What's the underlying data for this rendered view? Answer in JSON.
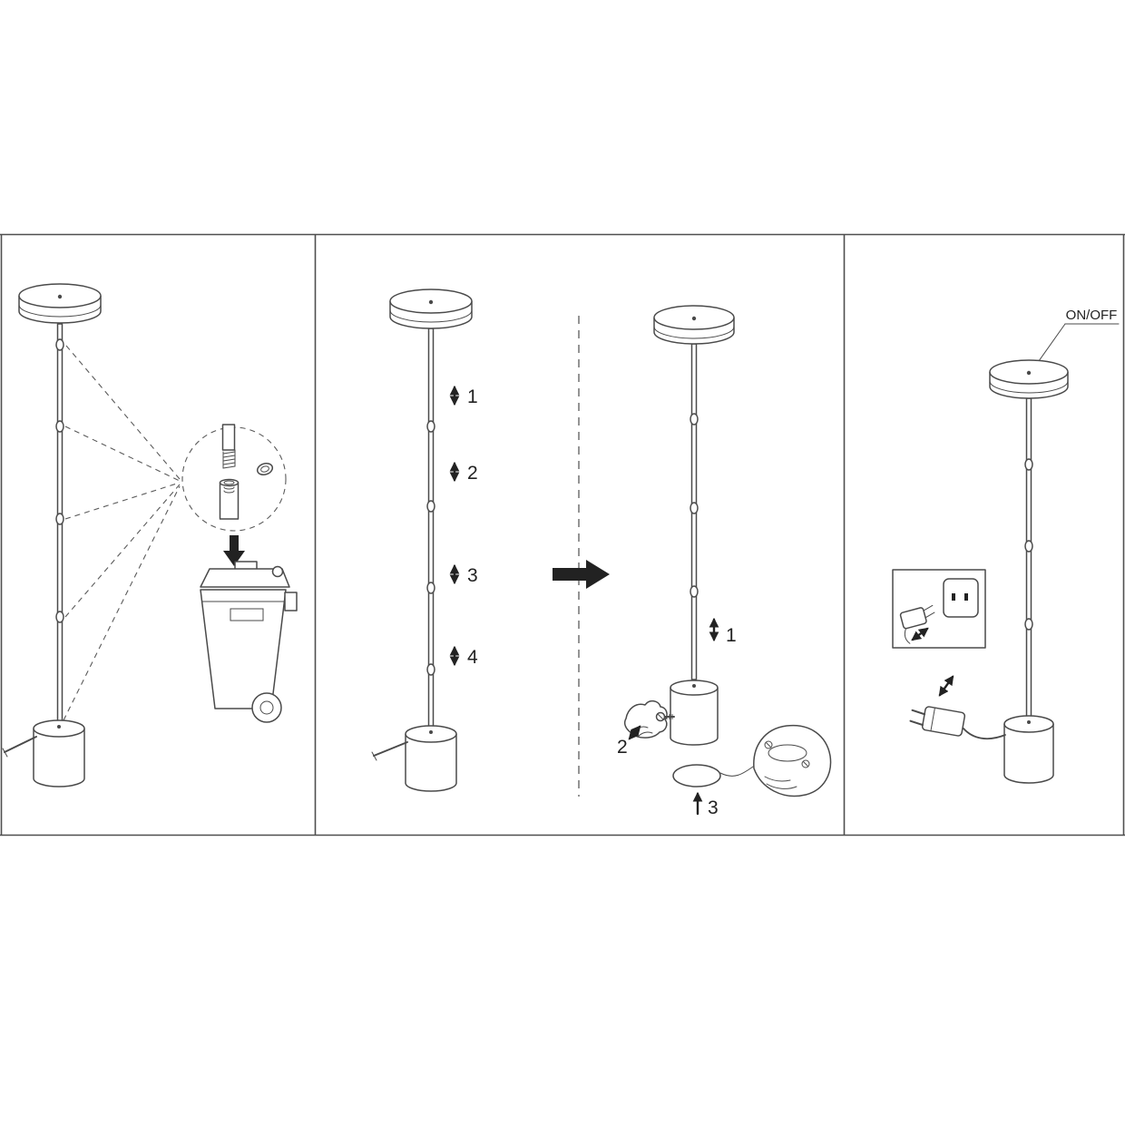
{
  "colors": {
    "line": "#4a4a4a",
    "solid_icon": "#222222",
    "background": "#ffffff"
  },
  "assembly_steps": {
    "labels": [
      "1",
      "2",
      "3",
      "4"
    ]
  },
  "base_install_steps": {
    "labels": [
      "1",
      "2",
      "3"
    ]
  },
  "power": {
    "onoff_label": "ON/OFF"
  }
}
